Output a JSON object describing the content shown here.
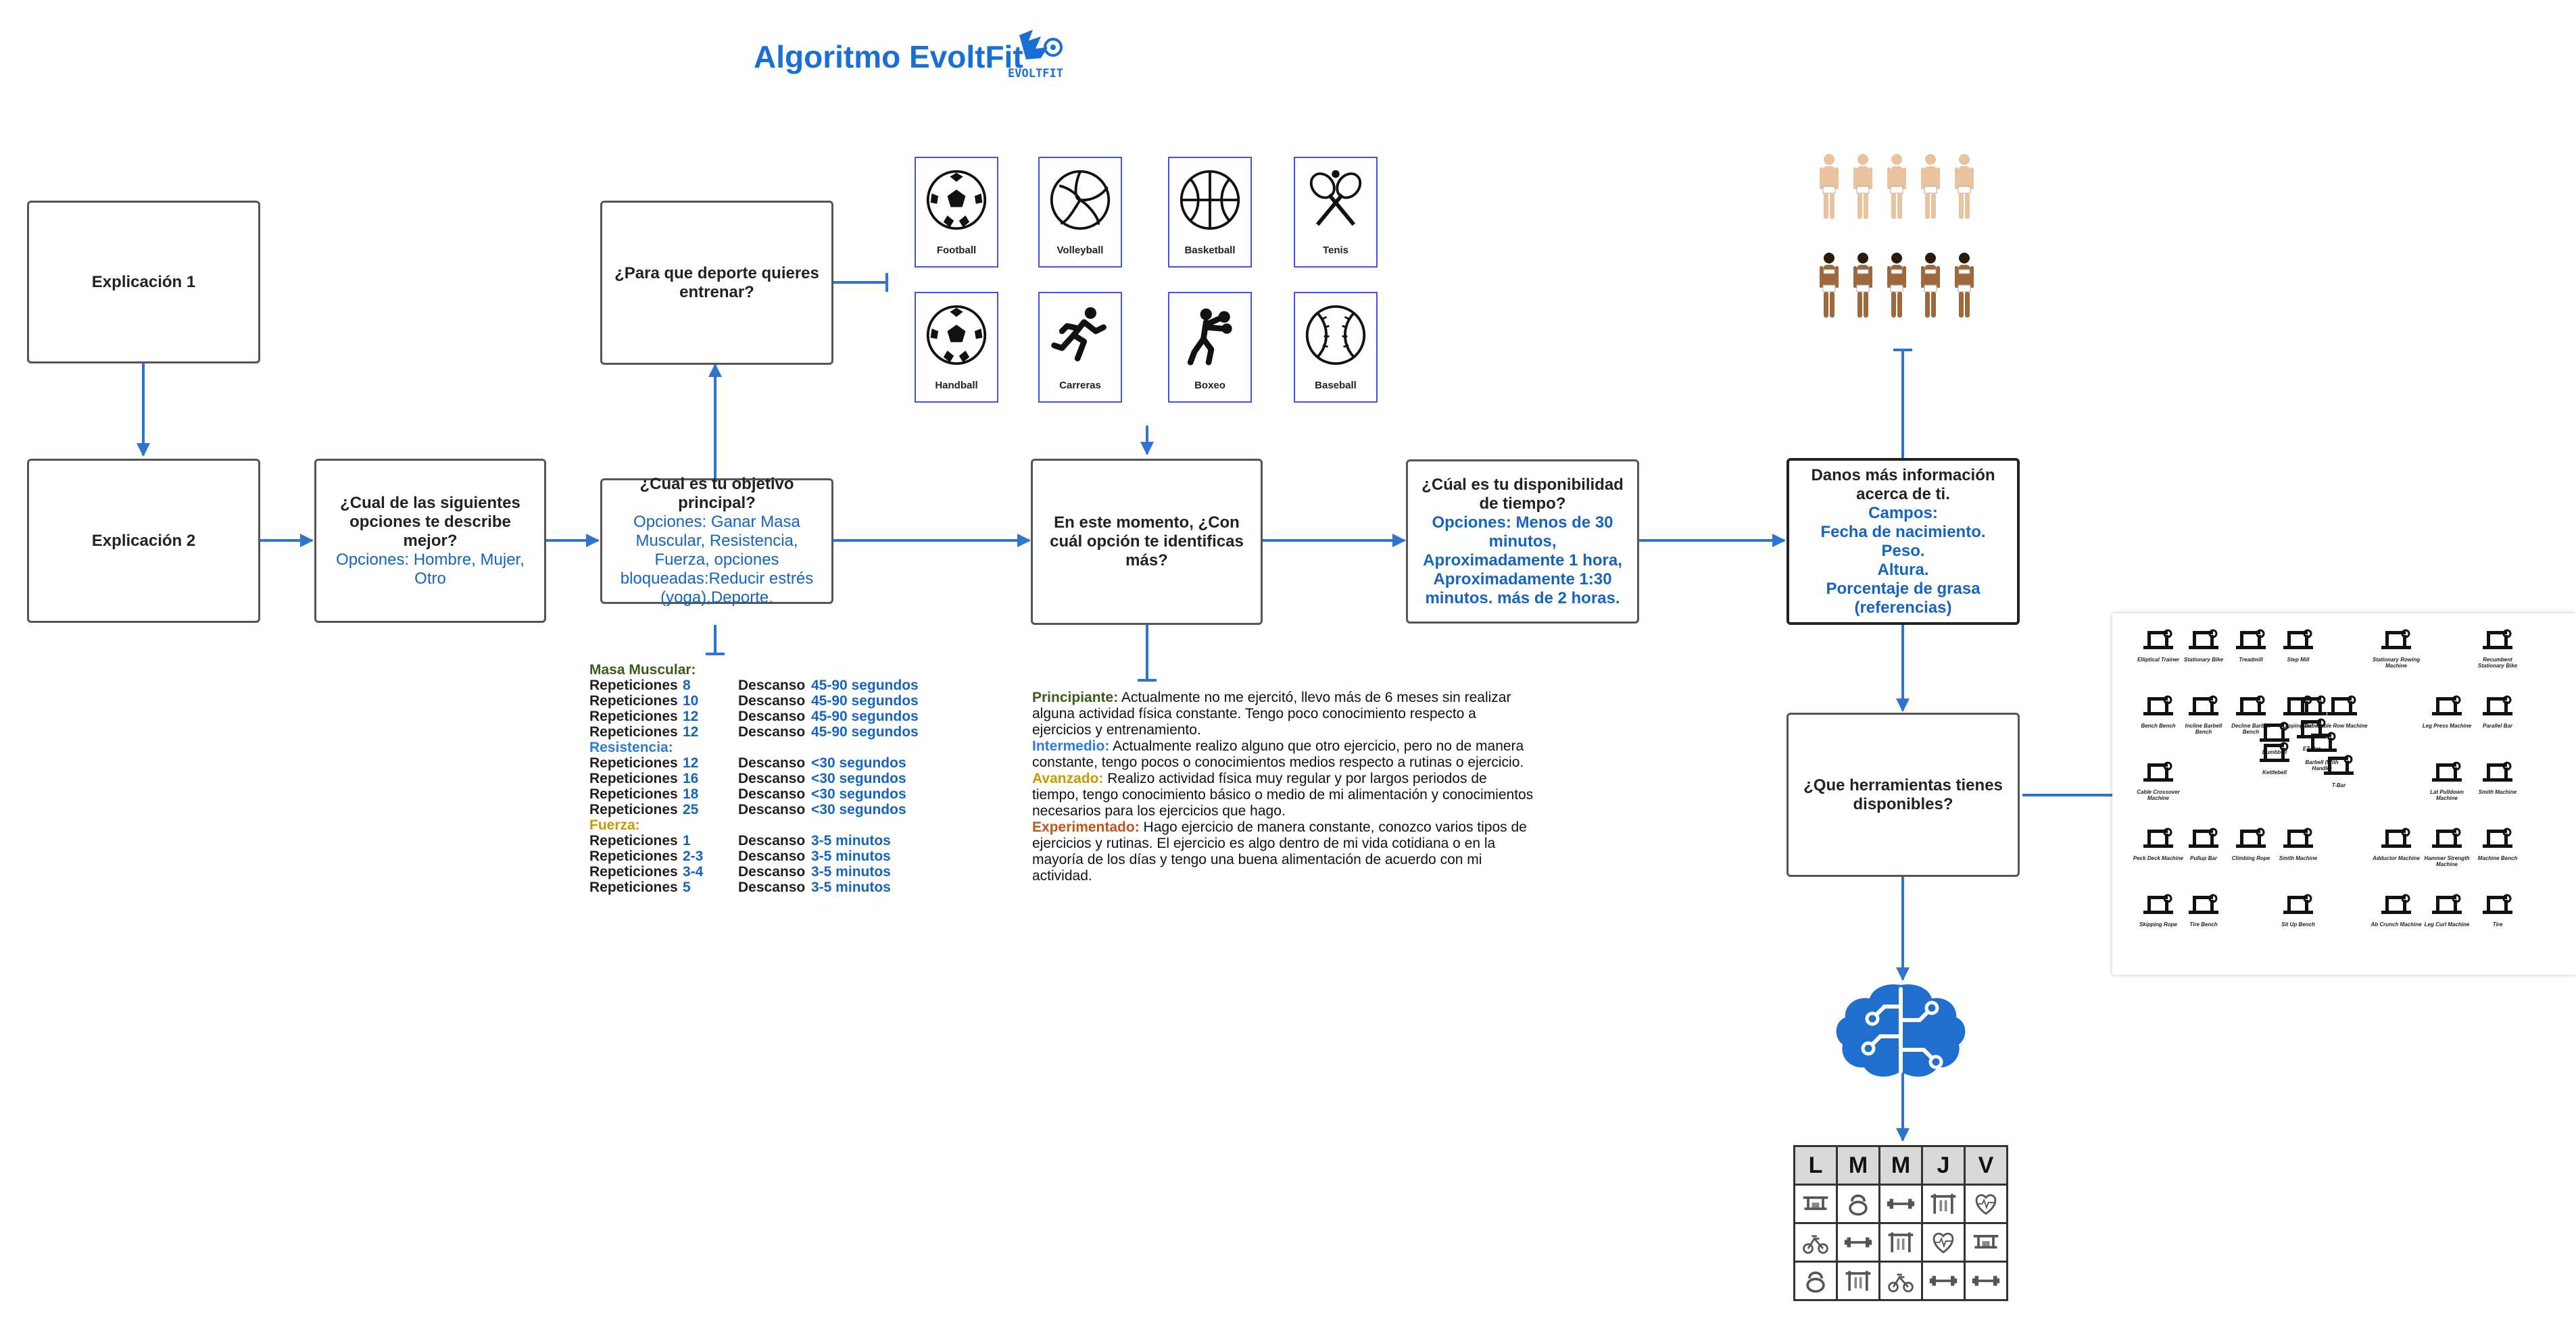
{
  "title": "Algoritmo EvoltFit",
  "logo_text": "EVOLTFIT",
  "nodes": {
    "explicacion1": "Explicación 1",
    "explicacion2": "Explicación 2",
    "describe": {
      "question": "¿Cual de las siguientes opciones te describe mejor?",
      "options": "Opciones: Hombre, Mujer, Otro"
    },
    "objetivo": {
      "question": "¿Cual es tu objetivo principal?",
      "options": "Opciones: Ganar Masa Muscular, Resistencia, Fuerza, opciones bloqueadas:Reducir estrés (yoga),Deporte."
    },
    "deporte": "¿Para que deporte  quieres entrenar?",
    "identificas": "En este momento, ¿Con cuál opción te identificas más?",
    "disponibilidad": {
      "question": "¿Cúal es tu disponibilidad de tiempo?",
      "options": "Opciones: Menos de 30 minutos, Aproximadamente 1 hora, Aproximadamente 1:30 minutos. más de 2 horas."
    },
    "informacion": {
      "question": "Danos más información acerca de ti.",
      "fields_label": "Campos:",
      "f1": "Fecha de nacimiento.",
      "f2": "Peso.",
      "f3": "Altura.",
      "f4": "Porcentaje de grasa (referencias)"
    },
    "herramientas": "¿Que herramientas tienes disponibles?"
  },
  "sports": [
    {
      "label": "Football",
      "icon": "soccer-ball-icon"
    },
    {
      "label": "Volleyball",
      "icon": "volleyball-icon"
    },
    {
      "label": "Basketball",
      "icon": "basketball-icon"
    },
    {
      "label": "Tenis",
      "icon": "tennis-rackets-icon"
    },
    {
      "label": "Handball",
      "icon": "handball-icon"
    },
    {
      "label": "Carreras",
      "icon": "runner-icon"
    },
    {
      "label": "Boxeo",
      "icon": "boxer-icon"
    },
    {
      "label": "Baseball",
      "icon": "baseball-icon"
    }
  ],
  "training": {
    "masa": {
      "label": "Masa Muscular:",
      "rows": [
        {
          "rep": "Repeticiones",
          "n": "8",
          "desc": "Descanso",
          "t": "45-90 segundos"
        },
        {
          "rep": "Repeticiones",
          "n": "10",
          "desc": "Descanso",
          "t": "45-90 segundos"
        },
        {
          "rep": "Repeticiones",
          "n": "12",
          "desc": "Descanso",
          "t": "45-90 segundos"
        },
        {
          "rep": "Repeticiones",
          "n": "12",
          "desc": "Descanso",
          "t": "45-90 segundos"
        }
      ]
    },
    "resistencia": {
      "label": "Resistencia:",
      "rows": [
        {
          "rep": "Repeticiones",
          "n": "12",
          "desc": "Descanso",
          "t": "<30 segundos"
        },
        {
          "rep": "Repeticiones",
          "n": "16",
          "desc": "Descanso",
          "t": "<30 segundos"
        },
        {
          "rep": "Repeticiones",
          "n": "18",
          "desc": "Descanso",
          "t": "<30 segundos"
        },
        {
          "rep": "Repeticiones",
          "n": "25",
          "desc": "Descanso",
          "t": "<30 segundos"
        }
      ]
    },
    "fuerza": {
      "label": "Fuerza:",
      "rows": [
        {
          "rep": "Repeticiones",
          "n": "1",
          "desc": "Descanso",
          "t": "3-5 minutos"
        },
        {
          "rep": "Repeticiones",
          "n": "2-3",
          "desc": "Descanso",
          "t": "3-5 minutos"
        },
        {
          "rep": "Repeticiones",
          "n": "3-4",
          "desc": "Descanso",
          "t": "3-5 minutos"
        },
        {
          "rep": "Repeticiones",
          "n": "5",
          "desc": "Descanso",
          "t": "3-5 minutos"
        }
      ]
    }
  },
  "levels": [
    {
      "name": "Principiante:",
      "text": " Actualmente no me ejercitó, llevo más de 6 meses sin realizar alguna actividad física constante. Tengo poco conocimiento respecto a ejercicios y entrenamiento."
    },
    {
      "name": "Intermedio:",
      "text": " Actualmente realizo alguno que otro ejercicio, pero no de manera constante, tengo pocos o conocimientos medios respecto a rutinas o ejercicio."
    },
    {
      "name": "Avanzado:",
      "text": " Realizo actividad física muy regular y por largos periodos de tiempo, tengo conocimiento básico o medio de mi alimentación y conocimientos necesarios para los ejercicios que hago."
    },
    {
      "name": "Experimentado:",
      "text": " Hago ejercicio de manera constante, conozco varios tipos de ejercicios y rutinas. El ejercicio es algo dentro de mi vida cotidiana o en la mayoría de los días y tengo una buena alimentación de acuerdo con mi actividad."
    }
  ],
  "equipment": [
    "Elliptical Trainer",
    "Stationary Bike",
    "Treadmill",
    "Step Mill",
    "Stationary Rowing Machine",
    "Recumbent Stationary Bike",
    "Bench Bench",
    "Incline Barbell Bench",
    "Decline Barbell Bench",
    "Dipping Bar",
    "Cable Row Machine",
    "Leg Press Machine",
    "Parallel Bar",
    "Cable Crossover Machine",
    "Barbell",
    "EZ-Bar",
    "Dumbbell",
    "Barbell (With Handle)",
    "Kettlebell",
    "T-Bar",
    "Lat Pulldown Machine",
    "Smith Machine",
    "Peck Deck Machine",
    "Pullup Bar",
    "Climbing Rope",
    "Smith Machine",
    "Adductor Machine",
    "Hammer Strength Machine",
    "Machine Bench",
    "Sit Up Bench",
    "Skipping Rope",
    "Tire Bench",
    "Ab Crunch Machine",
    "Leg Curl Machine",
    "Tire"
  ],
  "schedule": {
    "days": [
      "L",
      "M",
      "M",
      "J",
      "V"
    ],
    "grid": [
      [
        "bench-press-icon",
        "kettlebell-icon",
        "dumbbell-icon",
        "pullup-bar-icon",
        "heart-rate-icon"
      ],
      [
        "stationary-bike-icon",
        "dumbbell-icon",
        "pullup-bar-icon",
        "heart-rate-icon",
        "bench-press-icon"
      ],
      [
        "kettlebell-icon",
        "pullup-bar-icon",
        "stationary-bike-icon",
        "dumbbell-icon",
        "dumbbell-icon"
      ]
    ]
  },
  "colors": {
    "accent": "#1a6fd4",
    "connector": "#2e74d0",
    "masa": "#3a5b1a",
    "resistencia": "#2e7bd6",
    "fuerza": "#c99a00",
    "experimentado": "#c0541a"
  }
}
